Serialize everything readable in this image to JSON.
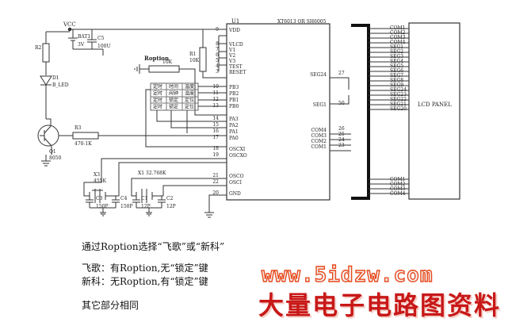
{
  "ic": {
    "ref": "U1",
    "part": "XT6013 OR SH6005",
    "left_pins": [
      {
        "name": "VDD",
        "num": "9"
      },
      {
        "name": "VLCD",
        "num": "8"
      },
      {
        "name": "V1",
        "num": "7"
      },
      {
        "name": "V2",
        "num": "6"
      },
      {
        "name": "V3",
        "num": "5"
      },
      {
        "name": "TEST",
        "num": "4"
      },
      {
        "name": "RESET",
        "num": "3"
      },
      {
        "name": "PB3",
        "num": "10"
      },
      {
        "name": "PB2",
        "num": "11"
      },
      {
        "name": "PB1",
        "num": "12"
      },
      {
        "name": "PB0",
        "num": "13"
      },
      {
        "name": "PA3",
        "num": "14"
      },
      {
        "name": "PA2",
        "num": "15"
      },
      {
        "name": "PA1",
        "num": "16"
      },
      {
        "name": "PA0",
        "num": "17"
      },
      {
        "name": "OSCXI",
        "num": "18"
      },
      {
        "name": "OSCXO",
        "num": "19"
      },
      {
        "name": "OSCO",
        "num": "21"
      },
      {
        "name": "OSCI",
        "num": "22"
      },
      {
        "name": "GND",
        "num": "20"
      }
    ],
    "right_pins": [
      {
        "name": "SEG24",
        "num": "27"
      },
      {
        "name": "SEG1",
        "num": "50"
      },
      {
        "name": "COM4",
        "num": "26"
      },
      {
        "name": "COM3",
        "num": "25"
      },
      {
        "name": "COM2",
        "num": "24"
      },
      {
        "name": "COM1",
        "num": "23"
      }
    ]
  },
  "lcd": {
    "label": "LCD PANEL",
    "top_pins": [
      "COM1",
      "COM2",
      "COM3",
      "COM4",
      "SEG1",
      "SEG2",
      "SEG3",
      "SEG4",
      "SEG5",
      "SEG6",
      "SEG7",
      "SEG8",
      "SEG9",
      "SEG24",
      "SEG23",
      "SEG22",
      "SEG21",
      "SEG20"
    ],
    "bottom_pins": [
      "COM1",
      "COM2",
      "COM3",
      "COM4"
    ]
  },
  "components": {
    "vcc": "VCC",
    "bat_ref": "BAT1",
    "bat_val": "3V",
    "c5_ref": "C5",
    "c5_val": "100U",
    "r2": "R2",
    "r1_ref": "R1",
    "r1_val": "10K",
    "roption": "Roption",
    "roption_val": "10K",
    "d1_ref": "D1",
    "d1_val": "B_LED",
    "q1_ref": "Q1",
    "q1_val": "8050",
    "r3_ref": "R3",
    "r3_val": "470-1K",
    "x3_ref": "X3",
    "x3_val": "455K",
    "x1_ref": "X1",
    "x1_val": "32.768K",
    "c3": "C3",
    "c3_val": "150P",
    "c4": "C4",
    "c4_val": "150P",
    "c1": "C1",
    "c1_val": "12P",
    "c2": "C2",
    "c2_val": "12P"
  },
  "keys": [
    [
      "定时",
      "时间",
      "温度"
    ],
    [
      "定时",
      "闹钟",
      "温度"
    ],
    [
      "定时",
      "锁定",
      "定位"
    ],
    [
      "定时",
      "锁定",
      "定位"
    ]
  ],
  "notes": {
    "line1": "通过Roption选择“飞歌”或“新科”",
    "line2": "飞歌：有Roption,无“锁定”键",
    "line3": "新科：无Roption,有“锁定”键",
    "line4": "其它部分相同"
  },
  "watermark": {
    "url": "www.5idzw.com",
    "title": "大量电子电路图资料"
  }
}
